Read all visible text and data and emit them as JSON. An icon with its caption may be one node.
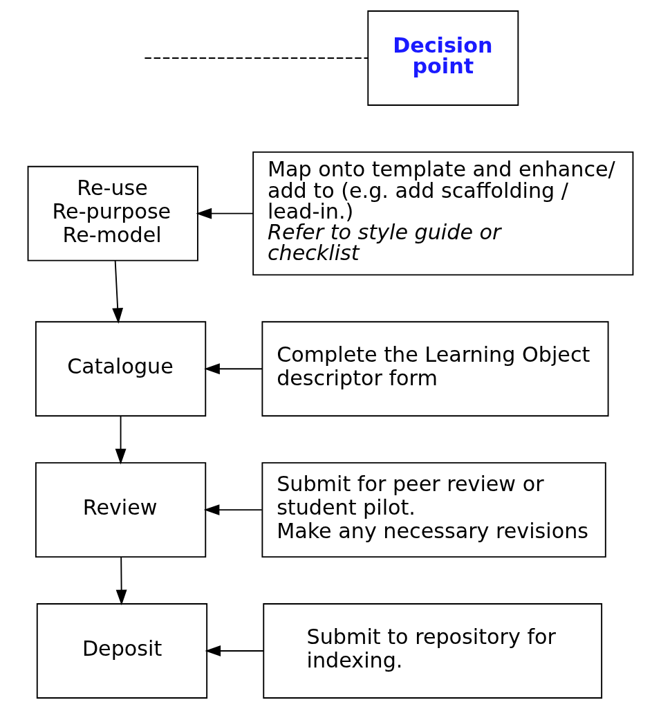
{
  "diagram": {
    "nodes": [
      {
        "text": [
          "Decision point"
        ]
      },
      {
        "text": [
          "Re-use Re-purpose Re-model"
        ]
      },
      {
        "text": [
          "Map onto template and enhance/ add to (e.g. add scaffolding / lead-in.)",
          "Refer to style guide or checklist"
        ]
      },
      {
        "text": [
          "Catalogue"
        ]
      },
      {
        "text": [
          "Complete the Learning Object descriptor form"
        ]
      },
      {
        "text": [
          "Review"
        ]
      },
      {
        "text": [
          "Submit for peer review or student pilot.",
          "Make any necessary revisions"
        ]
      },
      {
        "text": [
          "Deposit"
        ]
      },
      {
        "text": [
          "Submit to repository for indexing."
        ]
      }
    ],
    "edges": [
      {
        "from": null,
        "to": 0,
        "arrow": "none",
        "style": "dashed"
      },
      {
        "from": 2,
        "to": 1,
        "arrow": "to"
      },
      {
        "from": 1,
        "to": 3,
        "arrow": "to"
      },
      {
        "from": 4,
        "to": 3,
        "arrow": "to"
      },
      {
        "from": 3,
        "to": 5,
        "arrow": "to"
      },
      {
        "from": 6,
        "to": 5,
        "arrow": "to"
      },
      {
        "from": 5,
        "to": 7,
        "arrow": "to"
      },
      {
        "from": 8,
        "to": 7,
        "arrow": "to"
      }
    ]
  }
}
